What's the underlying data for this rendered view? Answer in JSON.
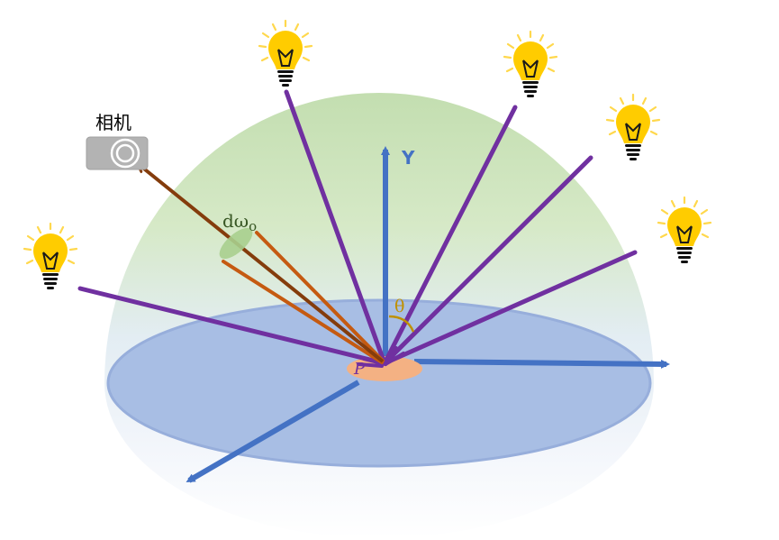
{
  "labels": {
    "camera": "相机",
    "y_axis": "Y",
    "solid_angle_main": "dω",
    "solid_angle_sub": "o",
    "theta": "θ",
    "point": "P"
  },
  "icons": {
    "light": "light-bulb-icon",
    "camera": "camera-icon"
  },
  "colors": {
    "hemisphere_top": "#c5dfb4",
    "disk": "#a7bde4",
    "axis": "#4472c4",
    "light_ray": "#7030a0",
    "outgoing_ray": "#843c0c",
    "cone_edge": "#c55a11",
    "patch": "#f4b183",
    "bulb": "#ffcc00",
    "label_green": "#375623",
    "theta": "#bf9000"
  }
}
